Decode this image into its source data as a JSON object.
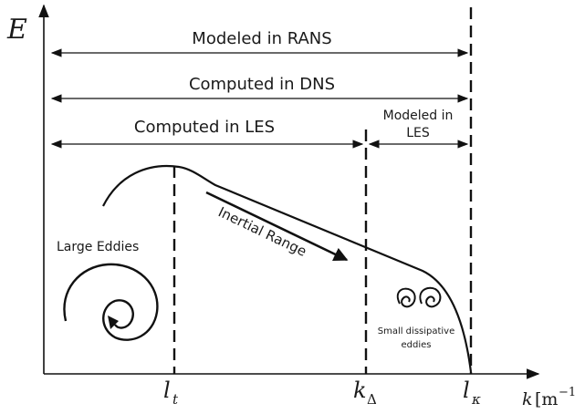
{
  "axes": {
    "y_label": "E",
    "x_label_var": "k",
    "x_label_unit": "[m",
    "x_label_exp": "−1"
  },
  "ticks": {
    "lt_base": "l",
    "lt_sub": "t",
    "kd_base": "k",
    "kd_sub": "Δ",
    "lk_base": "l",
    "lk_sub": "κ"
  },
  "ranges": {
    "rans": "Modeled in RANS",
    "dns": "Computed in DNS",
    "les_computed": "Computed in LES",
    "les_modeled_line1": "Modeled in",
    "les_modeled_line2": "LES"
  },
  "annotations": {
    "inertial_range": "Inertial Range",
    "large_eddies": "Large Eddies",
    "small_eddies_line1": "Small dissipative",
    "small_eddies_line2": "eddies"
  },
  "colors": {
    "ink": "#111111"
  }
}
